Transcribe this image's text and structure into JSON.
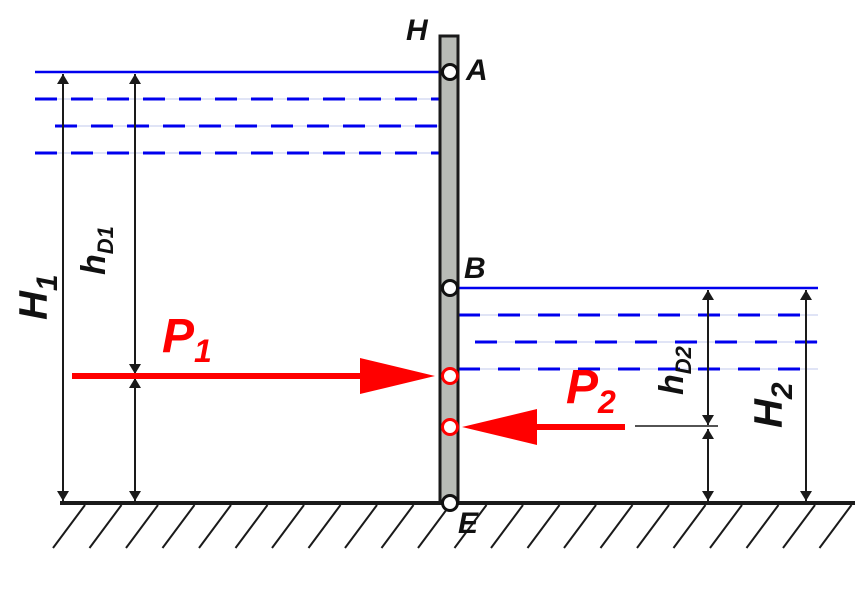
{
  "labels": {
    "top": "H",
    "point_a": "A",
    "point_b": "B",
    "point_e": "E",
    "h1_main": "H",
    "h1_sub": "1",
    "hd1_main": "h",
    "hd1_sub": "D1",
    "p1_main": "P",
    "p1_sub": "1",
    "p2_main": "P",
    "p2_sub": "2",
    "hd2_main": "h",
    "hd2_sub": "D2",
    "h2_main": "H",
    "h2_sub": "2"
  },
  "colors": {
    "water": "#0000ee",
    "force": "#ff0000",
    "wall": "#b8bbb6",
    "line": "#1a1a1a"
  }
}
